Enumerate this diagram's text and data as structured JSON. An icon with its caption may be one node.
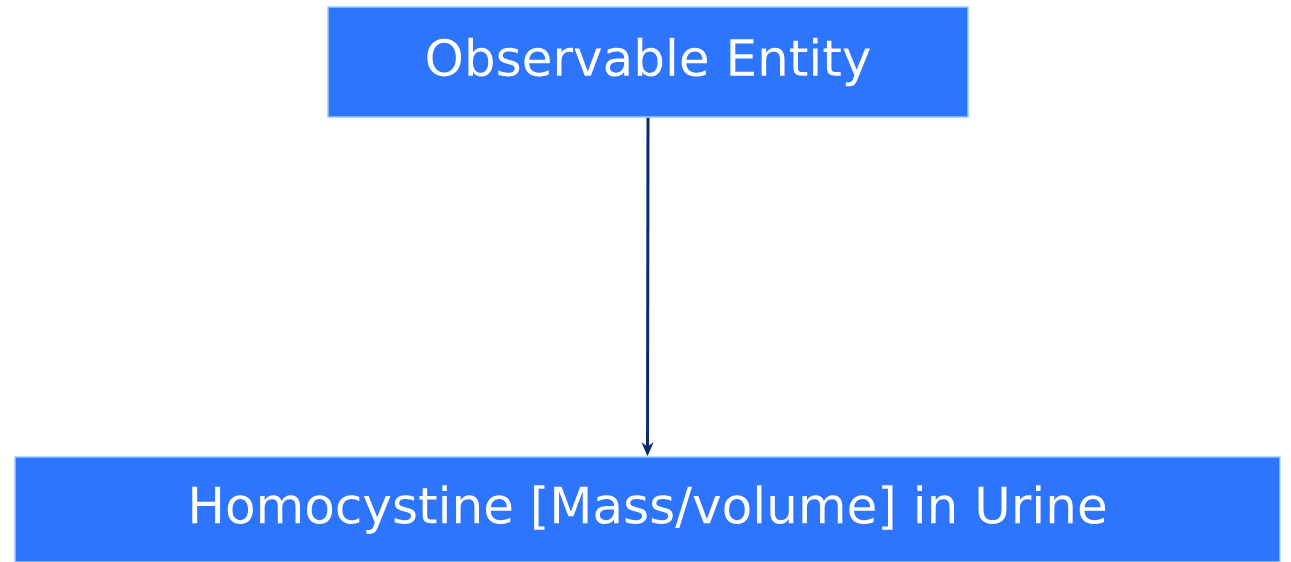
{
  "diagram": {
    "nodes": [
      {
        "text": [
          "Observable Entity"
        ]
      },
      {
        "text": [
          "Homocystine [Mass/volume] in Urine"
        ]
      }
    ],
    "edges": [
      {
        "from": 0,
        "to": 1,
        "arrow": "to"
      }
    ]
  }
}
